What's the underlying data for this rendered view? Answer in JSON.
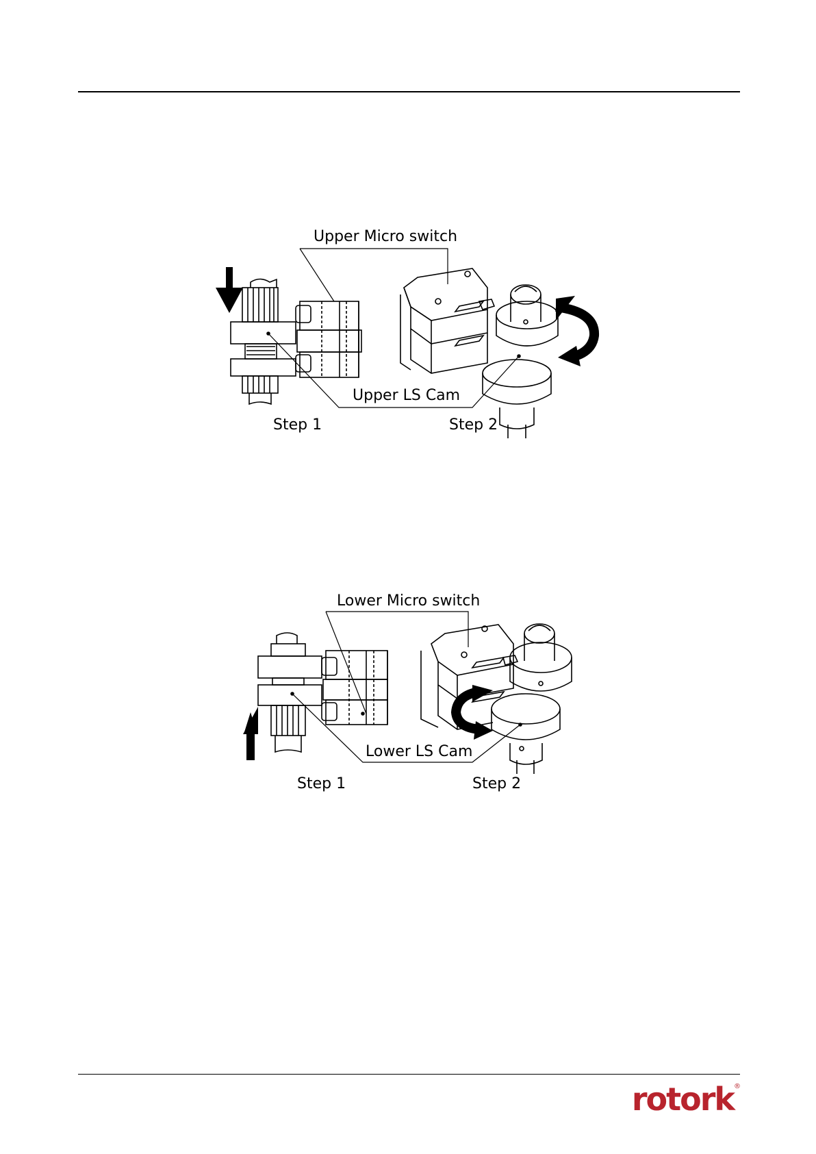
{
  "figure1": {
    "label_switch": "Upper Micro switch",
    "label_cam": "Upper LS Cam",
    "step1": "Step 1",
    "step2": "Step 2"
  },
  "figure2": {
    "label_switch": "Lower Micro switch",
    "label_cam": "Lower LS Cam",
    "step1": "Step 1",
    "step2": "Step 2"
  },
  "logo": {
    "text": "rotork",
    "mark": "®",
    "color": "#b8242d"
  }
}
